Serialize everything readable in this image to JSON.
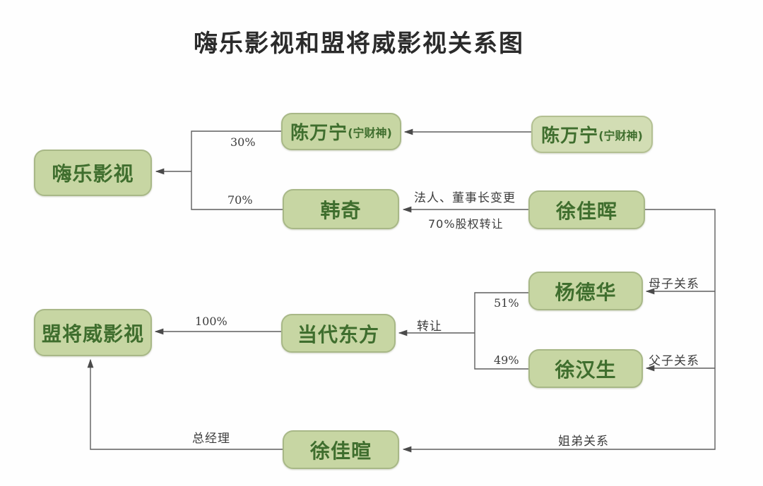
{
  "title": "嗨乐影视和盟将威影视关系图",
  "colors": {
    "node_fill": "#c7d6a3",
    "node_fill_light": "#d2ddb4",
    "node_border": "#a8b887",
    "node_text": "#3f6e2e",
    "edge_line": "#5f5f5f",
    "label_text": "#3c3c3c",
    "background": "#fefefe"
  },
  "nodes": {
    "haile": {
      "label": "嗨乐影视"
    },
    "chen_mid": {
      "label": "陈万宁",
      "sub": "(宁财神)"
    },
    "chen_right": {
      "label": "陈万宁",
      "sub": "(宁财神)"
    },
    "han_qi": {
      "label": "韩奇"
    },
    "xu_jiahui": {
      "label": "徐佳晖"
    },
    "yang_dehua": {
      "label": "杨德华"
    },
    "dangdai_dongfang": {
      "label": "当代东方"
    },
    "xu_hansheng": {
      "label": "徐汉生"
    },
    "mengjiangwei": {
      "label": "盟将威影视"
    },
    "xu_jiaxuan": {
      "label": "徐佳暄"
    }
  },
  "edges": [
    {
      "from": "chen_right",
      "to": "chen_mid",
      "label": ""
    },
    {
      "from": "chen_mid",
      "to": "haile",
      "label": "30%"
    },
    {
      "from": "han_qi",
      "to": "haile",
      "label": "70%"
    },
    {
      "from": "xu_jiahui",
      "to": "han_qi",
      "label": "法人、董事长变更",
      "label2": "70%股权转让"
    },
    {
      "from": "xu_jiahui",
      "to": "yang_dehua",
      "label": "母子关系"
    },
    {
      "from": "xu_jiahui",
      "to": "xu_hansheng",
      "label": "父子关系"
    },
    {
      "from": "xu_jiahui",
      "to": "xu_jiaxuan",
      "label": "姐弟关系"
    },
    {
      "from": "yang_dehua",
      "to": "dangdai_dongfang",
      "label": "51%"
    },
    {
      "from": "xu_hansheng",
      "to": "dangdai_dongfang",
      "label": "49%"
    },
    {
      "from": "yang_dehua_xu_hansheng_junction",
      "to": "dangdai_dongfang",
      "label": "转让"
    },
    {
      "from": "dangdai_dongfang",
      "to": "mengjiangwei",
      "label": "100%"
    },
    {
      "from": "xu_jiaxuan",
      "to": "mengjiangwei",
      "label": "总经理"
    }
  ]
}
